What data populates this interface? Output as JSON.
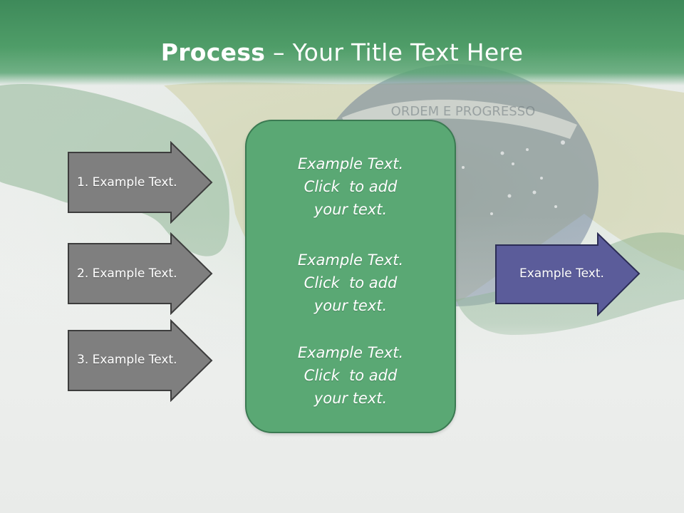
{
  "slide": {
    "title_bold": "Process",
    "title_rest": " – Your Title Text Here"
  },
  "left_arrows": [
    {
      "label": "1. Example Text."
    },
    {
      "label": "2. Example Text."
    },
    {
      "label": "3. Example Text."
    }
  ],
  "center_box": {
    "blocks": [
      {
        "lines": [
          "Example Text.",
          "Click  to add",
          "your text."
        ]
      },
      {
        "lines": [
          "Example Text.",
          "Click  to add",
          "your text."
        ]
      },
      {
        "lines": [
          "Example Text.",
          "Click  to add",
          "your text."
        ]
      }
    ]
  },
  "right_arrow": {
    "label": "Example Text."
  },
  "background_banner_text": "ORDEM E PROGRESSO",
  "colors": {
    "title_green": "#4f9d68",
    "center_fill": "#5aa874",
    "left_arrow_fill": "#7f7f7f",
    "right_arrow_fill": "#5b5c9a"
  }
}
